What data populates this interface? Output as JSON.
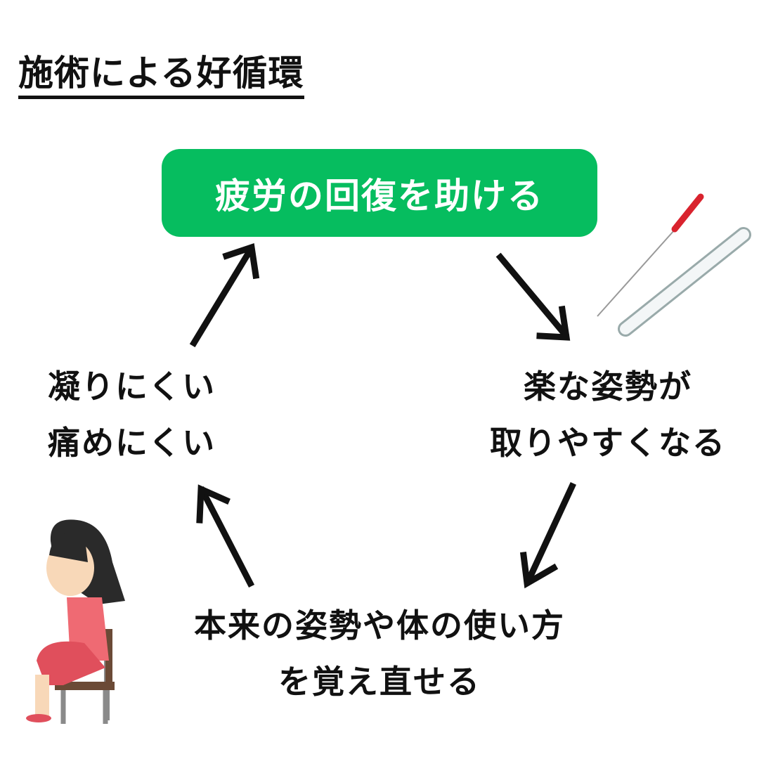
{
  "title": "施術による好循環",
  "steps": {
    "top": "疲労の回復を助ける",
    "right": [
      "楽な姿勢が",
      "取りやすくなる"
    ],
    "bottom": [
      "本来の姿勢や体の使い方",
      "を覚え直せる"
    ],
    "left": [
      "凝りにくい",
      "痛めにくい"
    ]
  },
  "colors": {
    "accent": "#06BD5F",
    "text": "#111111"
  }
}
